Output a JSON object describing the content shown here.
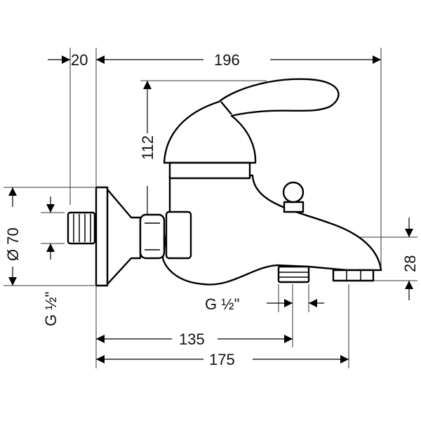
{
  "dimensions": {
    "wall_offset": "20",
    "total_length": "196",
    "height": "112",
    "flange_diameter": "Ø 70",
    "inlet_thread": "G ½\"",
    "outlet_height": "28",
    "outlet_thread": "G ½\"",
    "outlet_distance": "135",
    "spout_distance": "175"
  }
}
